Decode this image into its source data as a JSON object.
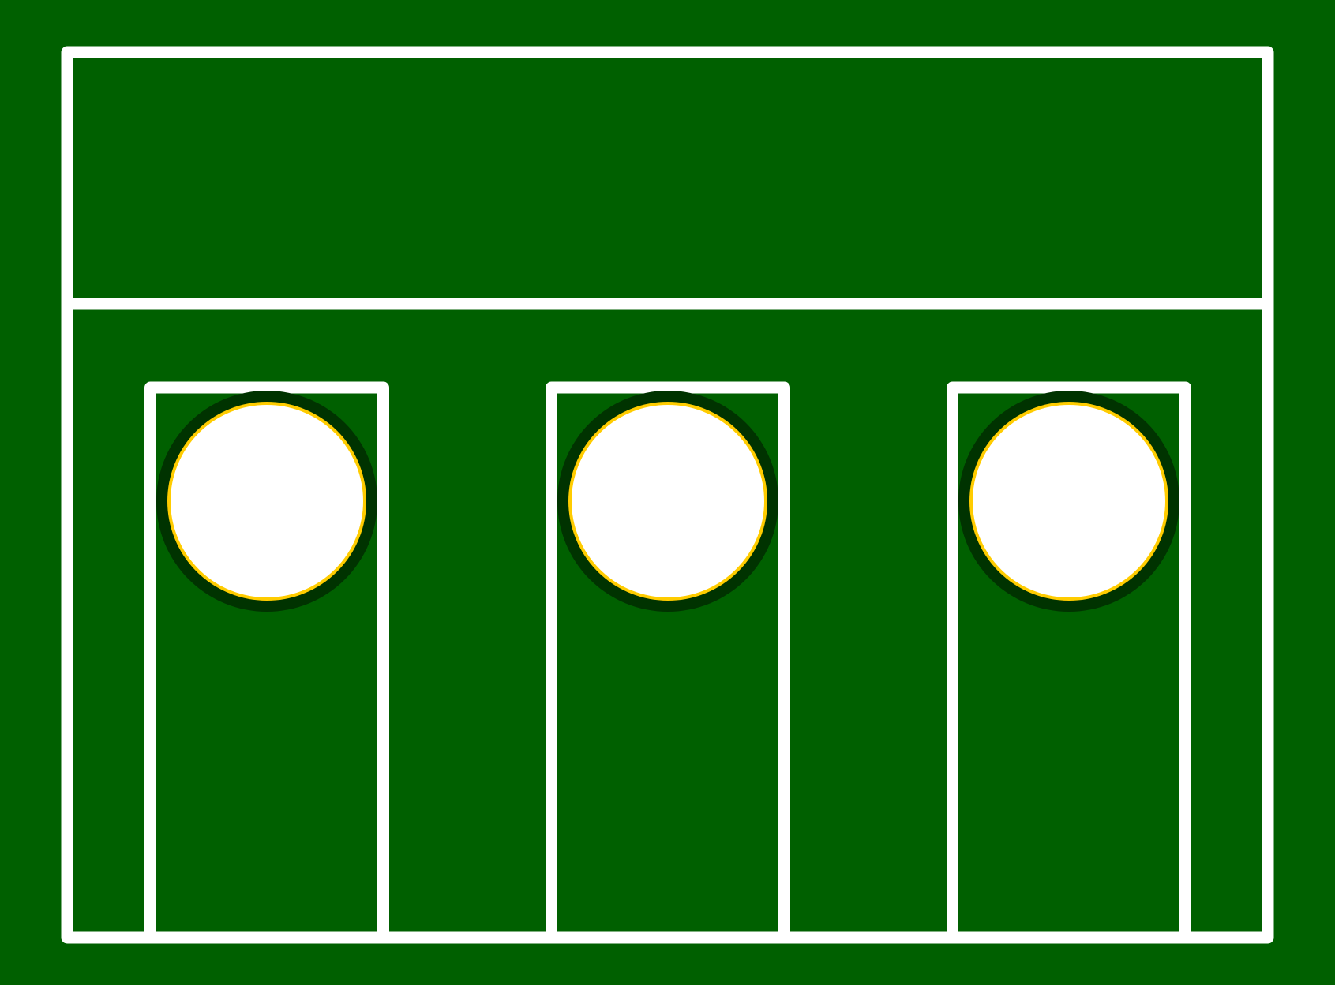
{
  "colors": {
    "board": "#006000",
    "silkscreen": "#ffffff",
    "soldermask_ring": "#003300",
    "pad_outline": "#ffcc00",
    "pad_fill": "#ffffff"
  },
  "footprint": {
    "pin_count": 3,
    "pins": [
      {
        "id": "pin-1"
      },
      {
        "id": "pin-2"
      },
      {
        "id": "pin-3"
      }
    ]
  }
}
